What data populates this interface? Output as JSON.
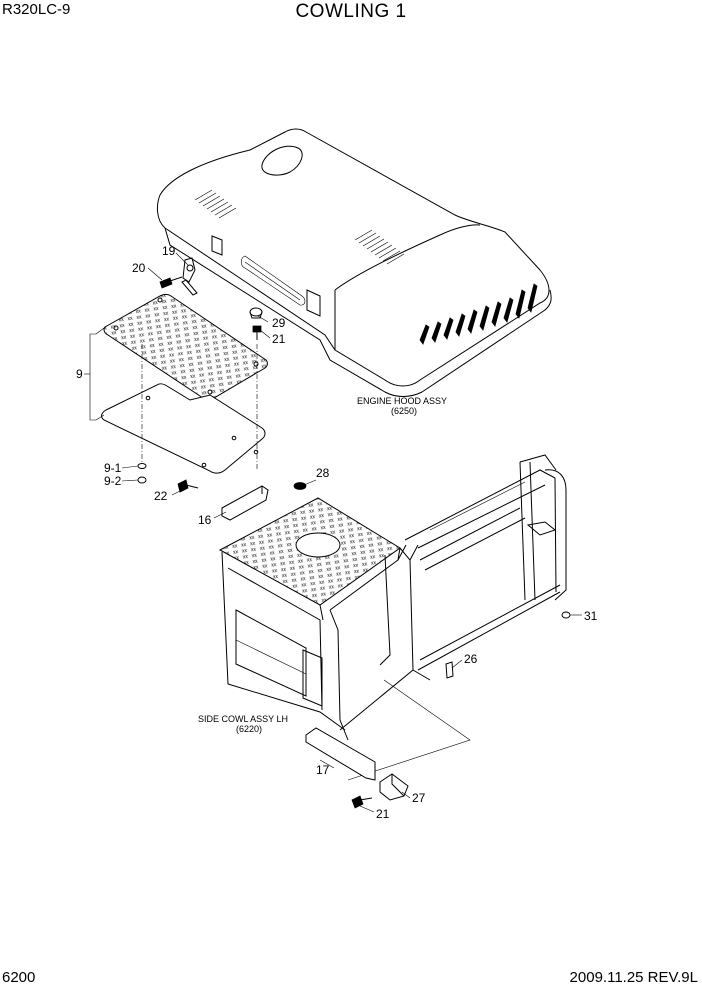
{
  "header": {
    "model": "R320LC-9",
    "title": "COWLING 1"
  },
  "footer": {
    "page_number": "6200",
    "revision": "2009.11.25  REV.9L"
  },
  "assemblies": {
    "engine_hood": {
      "name": "ENGINE HOOD ASSY",
      "ref": "(6250)"
    },
    "side_cowl": {
      "name": "SIDE COWL ASSY LH",
      "ref": "(6220)"
    }
  },
  "callouts": {
    "p19": "19",
    "p20": "20",
    "p29": "29",
    "p21a": "21",
    "p9": "9",
    "p9_1": "9-1",
    "p9_2": "9-2",
    "p22": "22",
    "p16": "16",
    "p28": "28",
    "p31": "31",
    "p26": "26",
    "p17": "17",
    "p27": "27",
    "p21b": "21"
  }
}
